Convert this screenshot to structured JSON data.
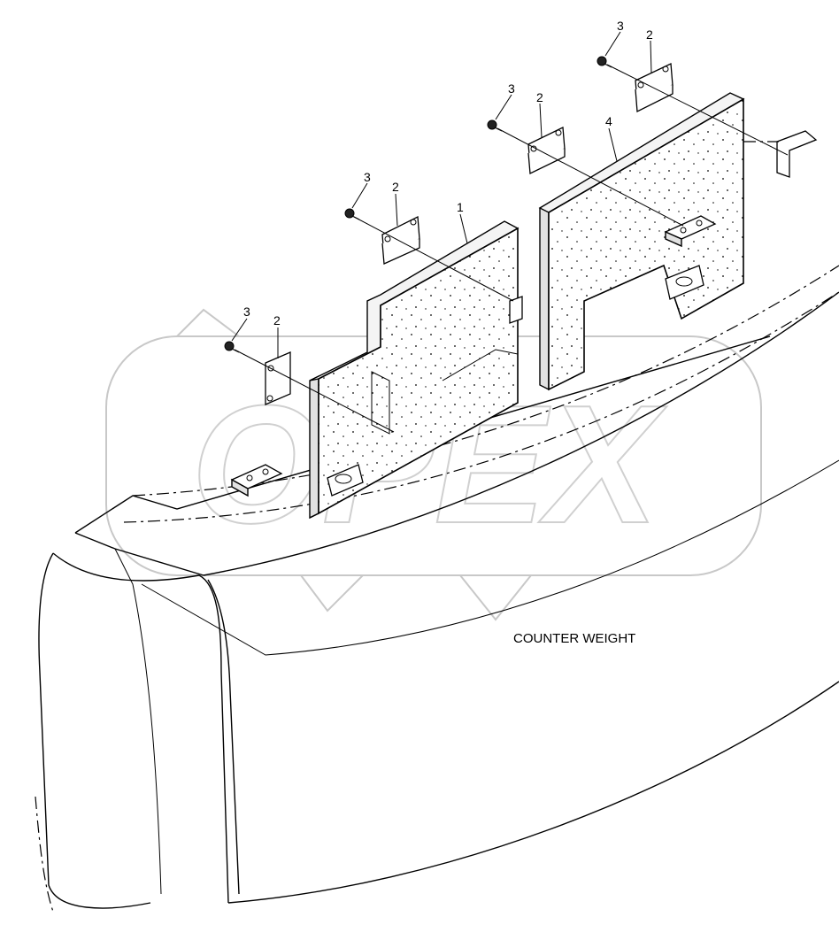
{
  "caption": "COUNTER WEIGHT",
  "watermark": "OPEX",
  "callouts": {
    "plate_left": "1",
    "plate_right": "4",
    "bracket_a": "2",
    "bracket_b": "2",
    "bracket_c": "2",
    "bracket_d": "2",
    "bolt_a": "3",
    "bolt_b": "3",
    "bolt_c": "3",
    "bolt_d": "3"
  }
}
